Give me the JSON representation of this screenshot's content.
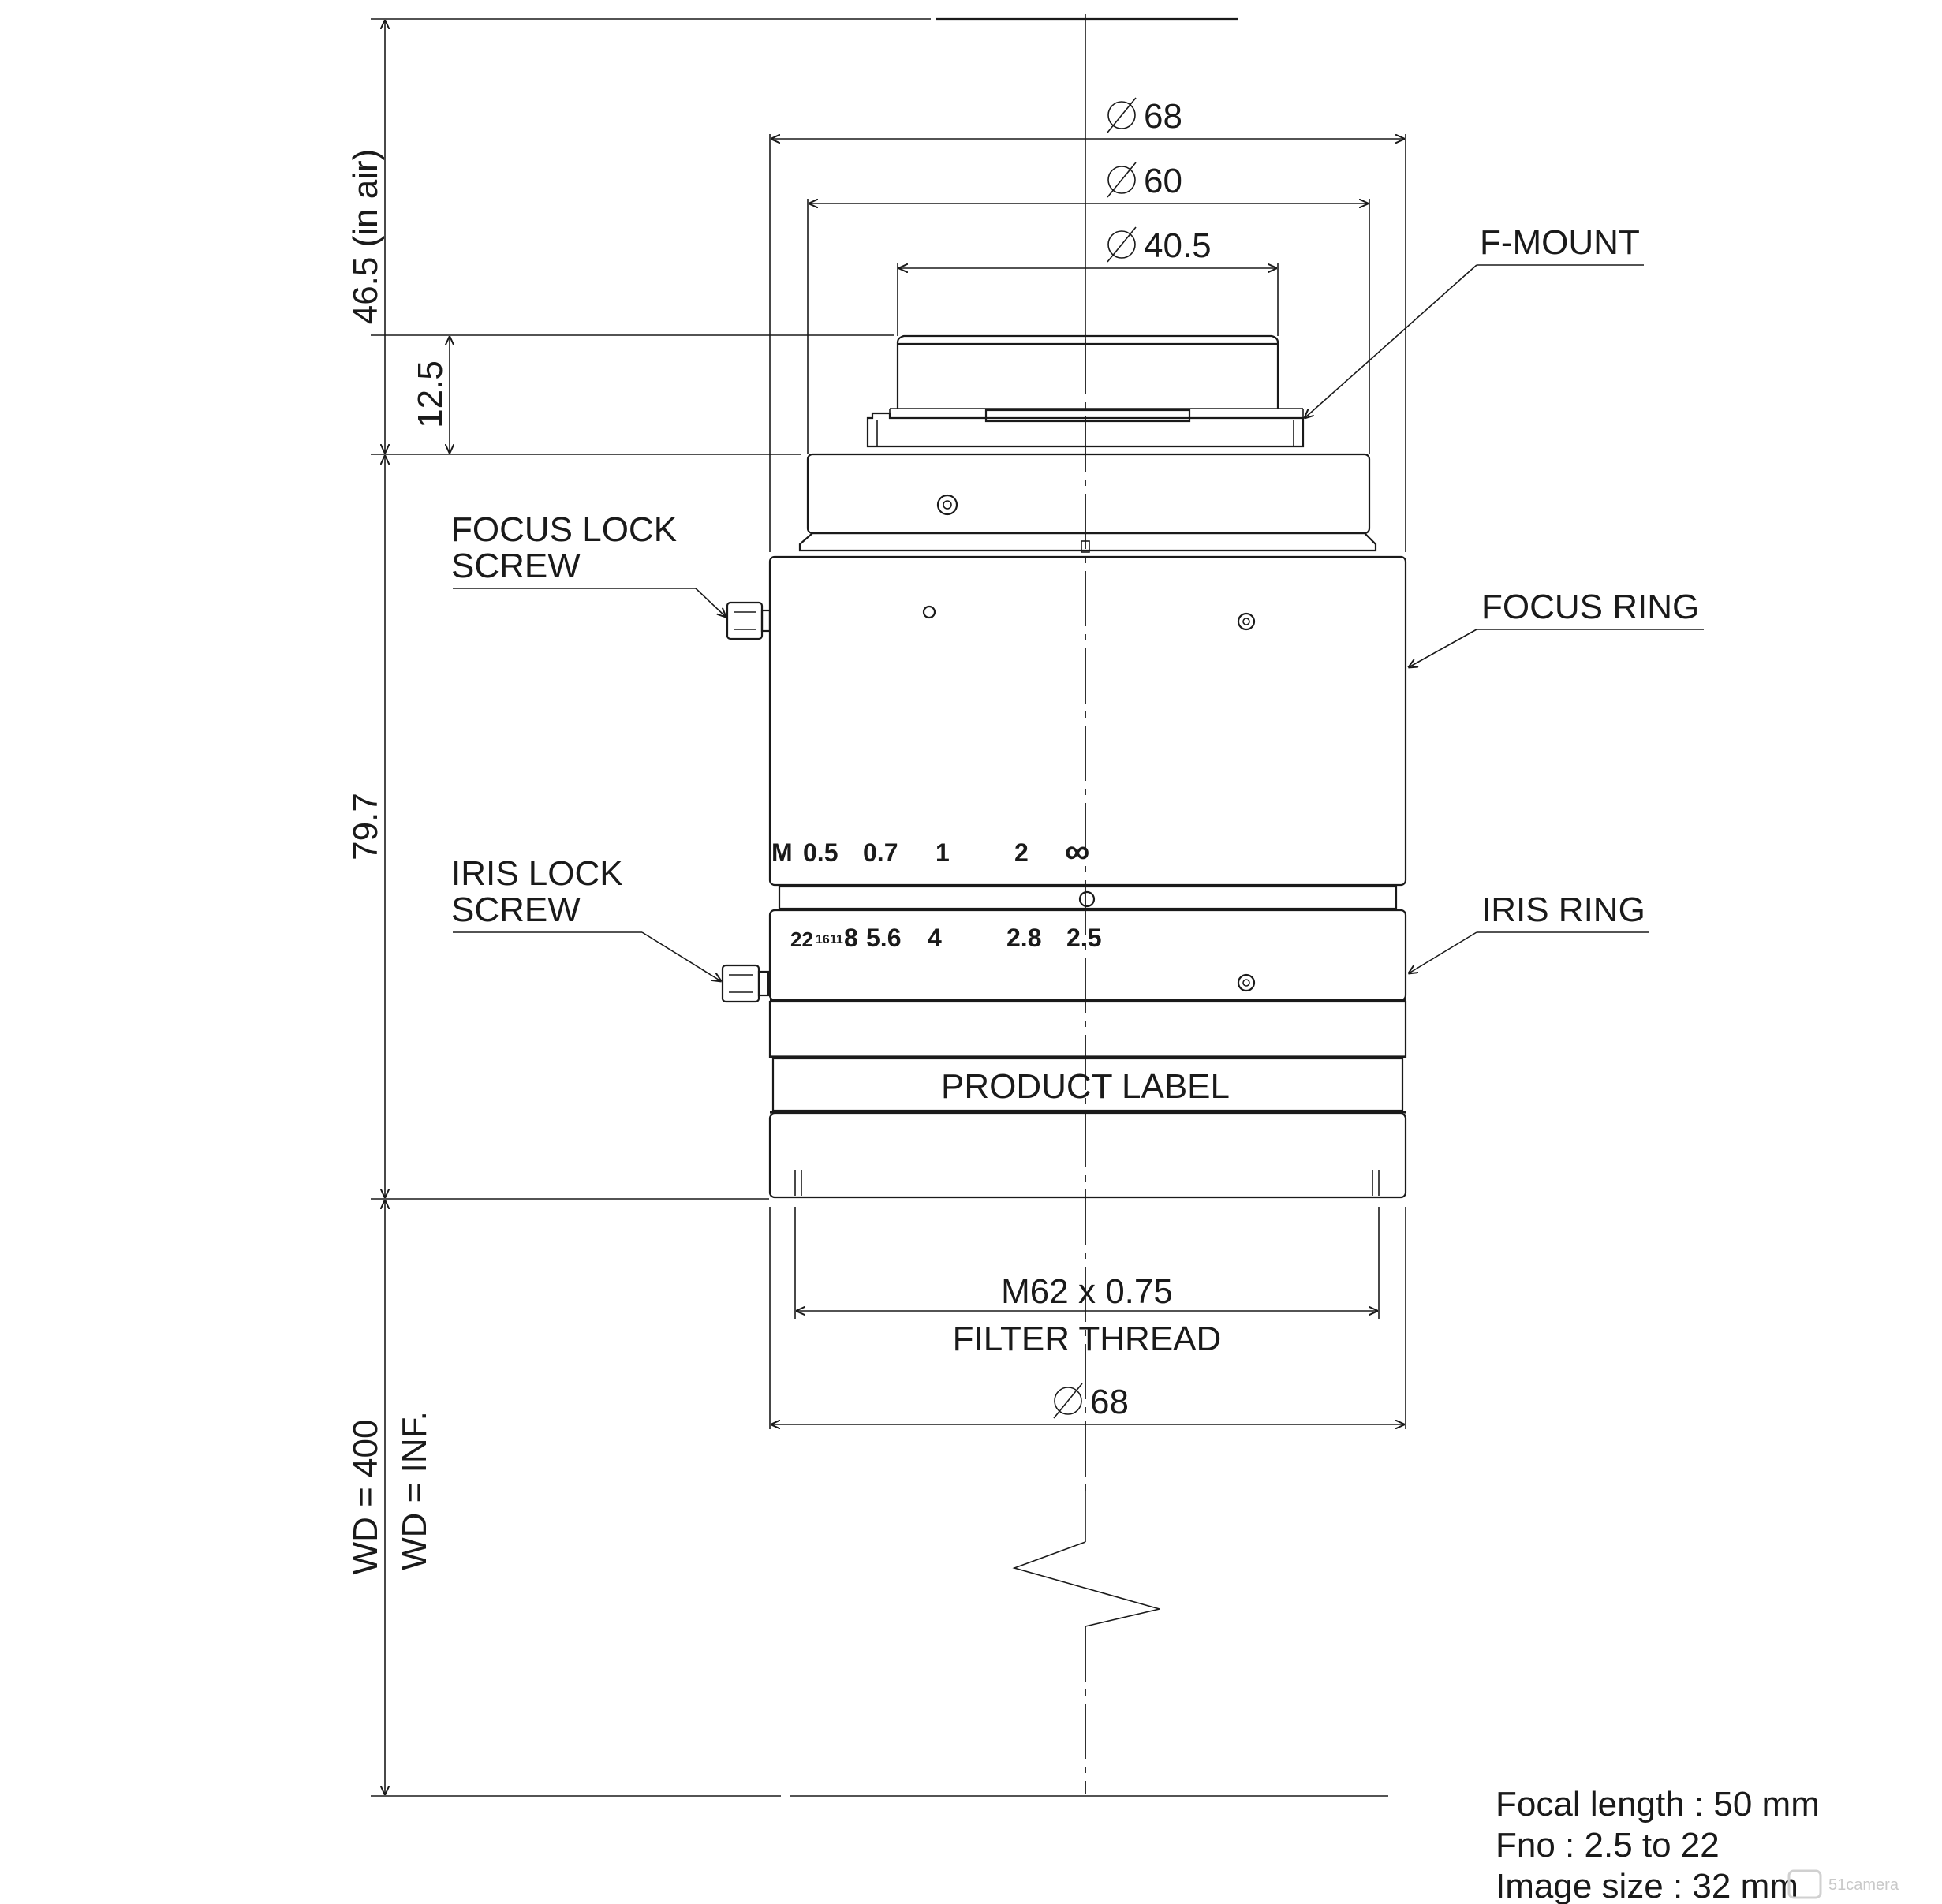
{
  "labels": {
    "f_mount": "F-MOUNT",
    "focus_lock_screw": [
      "FOCUS LOCK",
      "SCREW"
    ],
    "iris_lock_screw": [
      "IRIS LOCK",
      "SCREW"
    ],
    "focus_ring": "FOCUS RING",
    "iris_ring": "IRIS RING",
    "product_label": "PRODUCT LABEL",
    "filter_thread": [
      "M62 x 0.75",
      "FILTER THREAD"
    ]
  },
  "dimensions": {
    "dia_top_68": "68",
    "dia_60": "60",
    "dia_40_5": "40.5",
    "dia_bottom_68": "68",
    "flange_air": "46.5 (in air)",
    "mount_height": "12.5",
    "body_length": "79.7",
    "wd_400": "WD = 400",
    "wd_inf": "WD = INF."
  },
  "focus_scale": [
    "M",
    "0.5",
    "0.7",
    "1",
    "2",
    "∞"
  ],
  "iris_scale": [
    "22",
    "16",
    "11",
    "8",
    "5.6",
    "4",
    "2.8",
    "2.5"
  ],
  "specs": {
    "focal_length": "Focal length : 50 mm",
    "fno": "Fno : 2.5 to 22",
    "image_size": "Image size : 32 mm"
  },
  "watermark": "51camera"
}
